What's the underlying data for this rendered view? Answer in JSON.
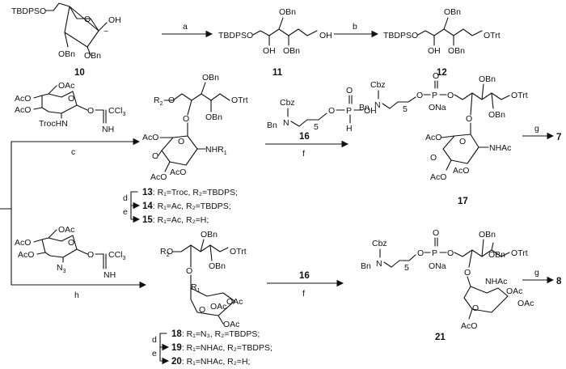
{
  "reagents": {
    "a": "a",
    "b": "b",
    "c": "c",
    "d": "d",
    "e": "e",
    "f": "f",
    "g": "g",
    "h": "h"
  },
  "compounds": {
    "c10": "10",
    "c11": "11",
    "c12": "12",
    "c13": "13",
    "c14": "14",
    "c15": "15",
    "c16": "16",
    "c17": "17",
    "c18": "18",
    "c19": "19",
    "c20": "20",
    "c21": "21",
    "c7": "7",
    "c8": "8"
  },
  "labels": {
    "tbdpso": "TBDPSO",
    "oh": "OH",
    "obn": "OBn",
    "bn": "Bn",
    "otrt": "OTrt",
    "oac": "OAc",
    "aco": "AcO",
    "r2": "R",
    "nhr1": "NHR",
    "trochn": "TrocHN",
    "ccl3": "CCl",
    "nh": "NH",
    "cbz": "Cbz",
    "o": "O",
    "p": "P",
    "h": "H",
    "ona": "ONa",
    "nhac": "NHAc",
    "n": "N",
    "n3": "N",
    "r1": "R",
    "five": "5"
  },
  "conditions": {
    "c13": "R₁=Troc, R₂=TBDPS;",
    "c14": "R₁=Ac, R₂=TBDPS;",
    "c15": "R₁=Ac, R₂=H;",
    "c18": "R₁=N₃, R₂=TBDPS;",
    "c19": "R₁=NHAc, R₂=TBDPS;",
    "c20": "R₁=NHAc, R₂=H;"
  }
}
